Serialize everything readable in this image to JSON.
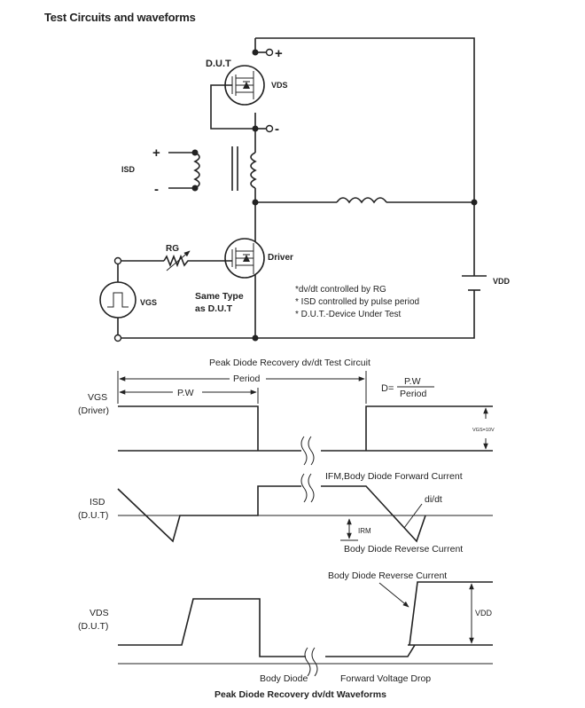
{
  "page_title": "Test Circuits and waveforms",
  "circuit": {
    "dut_label": "D.U.T",
    "vds_label": "VDS",
    "plus": "+",
    "minus": "-",
    "isd_label": "ISD",
    "isd_plus": "+",
    "isd_minus": "-",
    "rg_label": "RG",
    "driver_label": "Driver",
    "vgs_label": "VGS",
    "same_type_line1": "Same Type",
    "same_type_line2": "as D.U.T",
    "vdd_label": "VDD",
    "notes": [
      "*dv/dt controlled by RG",
      "* ISD controlled by pulse period",
      "* D.U.T.-Device Under Test"
    ],
    "caption": "Peak Diode Recovery dv/dt Test Circuit"
  },
  "waveforms": {
    "period_label": "Period",
    "pw_label": "P.W",
    "duty_prefix": "D=",
    "duty_numerator": "P.W",
    "duty_denominator": "Period",
    "vgs_row_label1": "VGS",
    "vgs_row_label2": "(Driver)",
    "vgs_level": "VGS=10V",
    "isd_row_label1": "ISD",
    "isd_row_label2": "(D.U.T)",
    "ifm_label": "IFM,Body Diode Forward Current",
    "didt_label": "di/dt",
    "irm_label": "IRM",
    "reverse_current_label": "Body Diode Reverse Current",
    "reverse_current_label2": "Body Diode Reverse Current",
    "vds_row_label1": "VDS",
    "vds_row_label2": "(D.U.T)",
    "vdd_label": "VDD",
    "body_diode_label": "Body Diode",
    "forward_drop_label": "Forward Voltage Drop",
    "caption": "Peak Diode Recovery dv/dt Waveforms"
  }
}
